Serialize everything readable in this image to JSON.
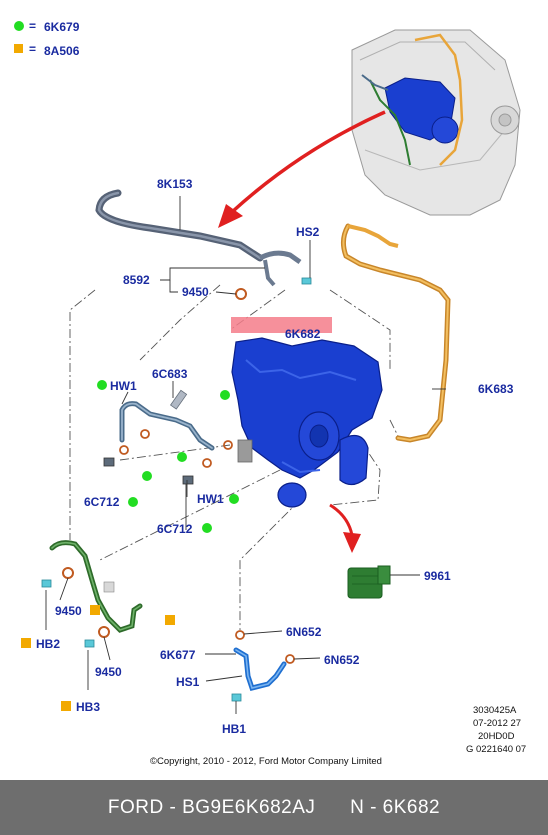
{
  "legend": [
    {
      "marker": "green-dot",
      "color": "#22dd22",
      "code": "6K679"
    },
    {
      "marker": "orange-square",
      "color": "#f2a900",
      "code": "8A506"
    }
  ],
  "labels": {
    "l8K153": "8K153",
    "lHS2": "HS2",
    "l8592": "8592",
    "l9450a": "9450",
    "l6K682": "6K682",
    "l6K683": "6K683",
    "l6C683": "6C683",
    "lHW1a": "HW1",
    "l6C712a": "6C712",
    "lHW1b": "HW1",
    "l6C712b": "6C712",
    "l9961": "9961",
    "l9450b": "9450",
    "lHB2": "HB2",
    "l9450c": "9450",
    "lHB3": "HB3",
    "l6N652a": "6N652",
    "l6K677": "6K677",
    "l6N652b": "6N652",
    "lHS1": "HS1",
    "lHB1": "HB1"
  },
  "codes": [
    "3030425A",
    "07-2012 27",
    "20HD0D",
    "G 0221640 07"
  ],
  "copyright": "©Copyright, 2010 - 2012, Ford Motor Company Limited",
  "footer": {
    "left": "FORD - BG9E6K682AJ",
    "right": "N - 6K682"
  },
  "colors": {
    "label": "#1a2ba0",
    "manifold": "#1a3fd0",
    "pipe_orange": "#e8a53a",
    "bracket_green": "#2e7d32",
    "arrow": "#e02020",
    "highlight": "#f47c8a"
  }
}
